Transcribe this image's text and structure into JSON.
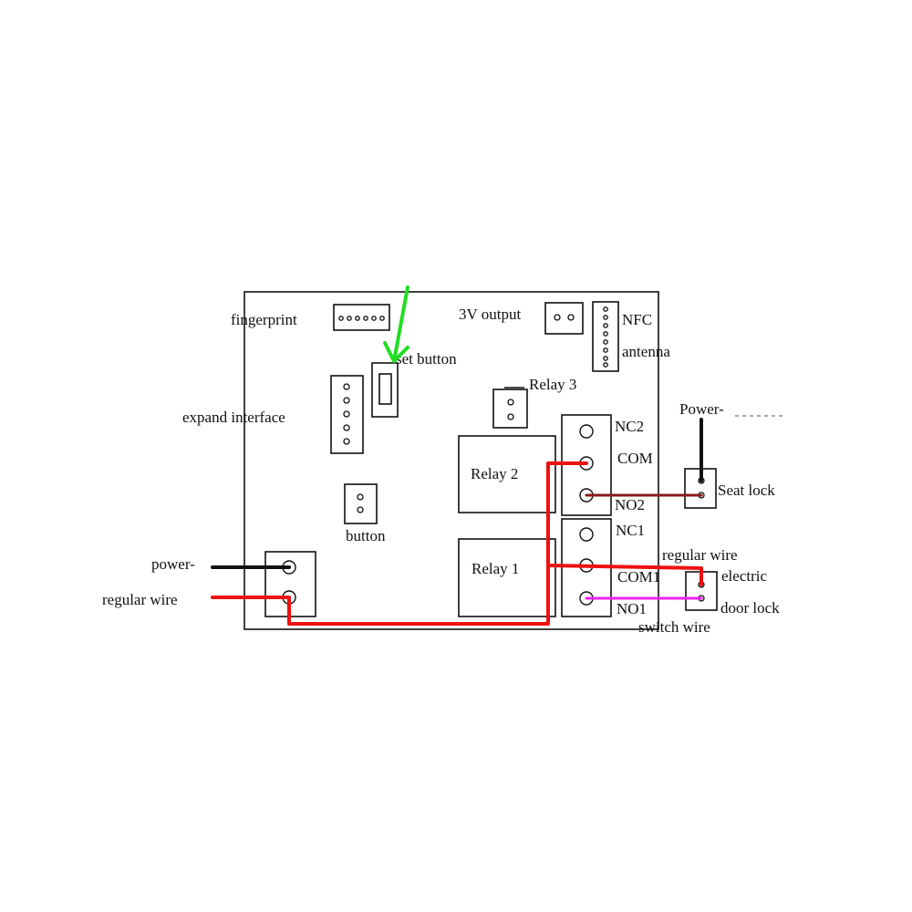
{
  "labels": {
    "fingerprint": "fingerprint",
    "three_v_output": "3V output",
    "nfc": "NFC",
    "antenna": "antenna",
    "set_button": "set button",
    "relay3": "Relay 3",
    "expand_interface": "expand interface",
    "button": "button",
    "relay2": "Relay 2",
    "relay1": "Relay 1",
    "nc2": "NC2",
    "com": "COM",
    "no2": "NO2",
    "nc1": "NC1",
    "com1": "COM1",
    "no1": "NO1",
    "power_minus_right": "Power-",
    "seat_lock": "Seat lock",
    "regular_wire_right": "regular wire",
    "electric": "electric",
    "door_lock": "door lock",
    "switch_wire": "switch wire",
    "power_minus_left": "power-",
    "regular_wire_left": "regular wire"
  },
  "colors": {
    "outline": "#111111",
    "red_wire": "#ee1111",
    "black_wire": "#111111",
    "dark_red_wire": "#8b1a1a",
    "magenta_wire": "#ee22ee",
    "green_arrow": "#22dd22"
  }
}
